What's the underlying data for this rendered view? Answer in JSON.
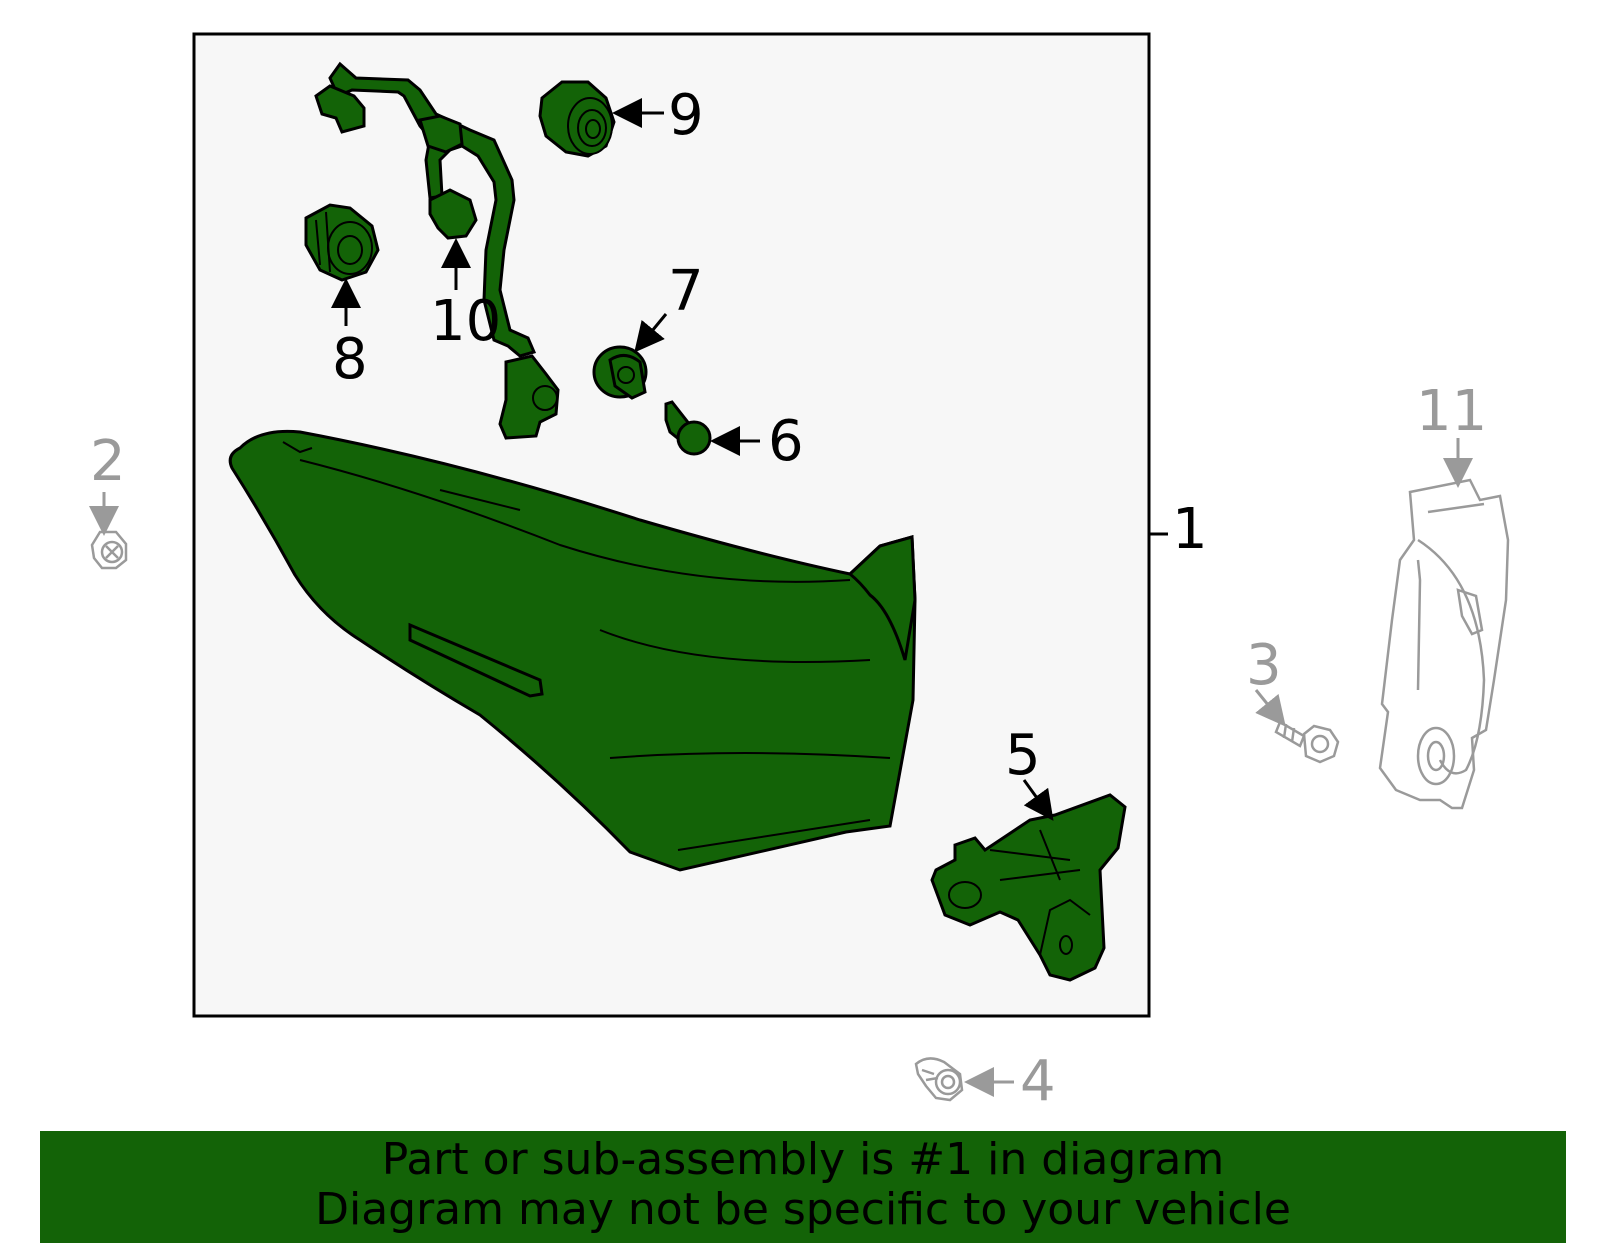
{
  "colors": {
    "part_fill": "#136307",
    "outline": "#000000",
    "secondary_part": "#9a9a9a",
    "box_background": "#f7f7f7",
    "banner_background": "#136307"
  },
  "callouts": {
    "c1": "1",
    "c2": "2",
    "c3": "3",
    "c4": "4",
    "c5": "5",
    "c6": "6",
    "c7": "7",
    "c8": "8",
    "c9": "9",
    "c10": "10",
    "c11": "11"
  },
  "banner": {
    "line1": "Part or sub-assembly is #1 in diagram",
    "line2": "Diagram may not be specific to your vehicle"
  }
}
